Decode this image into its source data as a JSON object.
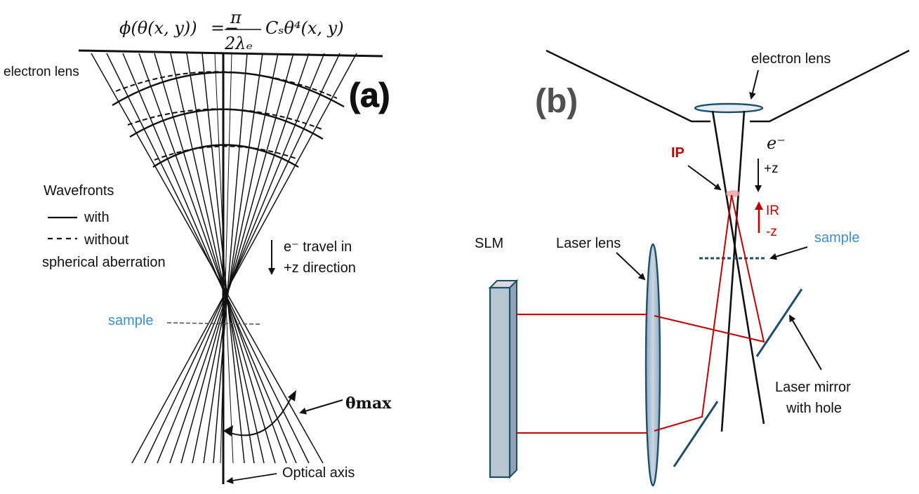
{
  "panel_a": {
    "formula": {
      "lhs": "ϕ(θ(x, y))",
      "rhs": "Cₛθ⁴(x, y)",
      "eq": "=−",
      "numerator": "π",
      "denominator": "2λₑ"
    },
    "panel_label": "(a)",
    "electron_lens": "electron lens",
    "wavefronts_title": "Wavefronts",
    "legend_with": "with",
    "legend_without": "without",
    "legend_caption": "spherical aberration",
    "travel_line1": "e⁻ travel in",
    "travel_line2": "+z direction",
    "sample": "sample",
    "theta_max": "θmax",
    "optical_axis": "Optical axis"
  },
  "panel_b": {
    "panel_label": "(b)",
    "electron_lens": "electron lens",
    "electron": "e⁻",
    "plus_z": "+z",
    "ip": "IP",
    "ir": "IR",
    "minus_z": "-z",
    "sample": "sample",
    "slm": "SLM",
    "laser_lens": "Laser lens",
    "mirror_line1": "Laser mirror",
    "mirror_line2": "with hole"
  },
  "colors": {
    "ray": "#111111",
    "laser": "#c00000",
    "sample_blue": "#3b8fcf",
    "optic_teal": "#1d4f67",
    "lens_fill": "#a9bfd3",
    "slm_fill": "#b9c7d3",
    "ip_glow": "#f0a0a0"
  }
}
